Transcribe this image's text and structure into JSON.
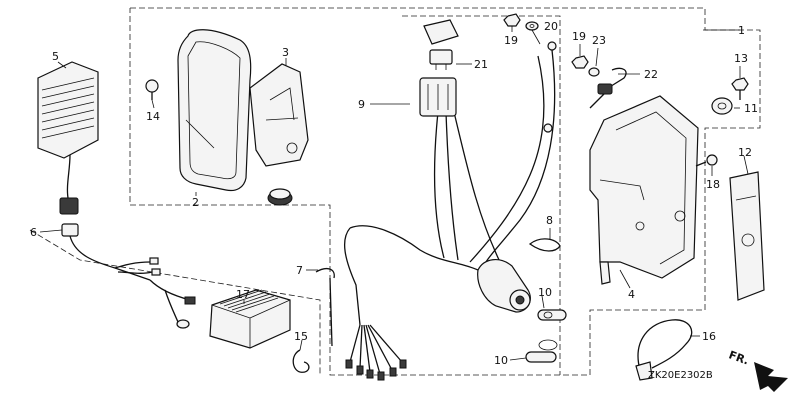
{
  "diagram": {
    "callouts": {
      "c1": "1",
      "c2": "2",
      "c3": "3",
      "c4": "4",
      "c5": "5",
      "c6": "6",
      "c7": "7",
      "c8": "8",
      "c9": "9",
      "c10a": "10",
      "c10b": "10",
      "c11": "11",
      "c12": "12",
      "c13": "13",
      "c14": "14",
      "c15": "15",
      "c16": "16",
      "c17": "17",
      "c18": "18",
      "c19a": "19",
      "c19b": "19",
      "c20": "20",
      "c21": "21",
      "c22": "22",
      "c23": "23"
    },
    "diagram_code": "ZK20E2302B",
    "front_label": "FR."
  }
}
